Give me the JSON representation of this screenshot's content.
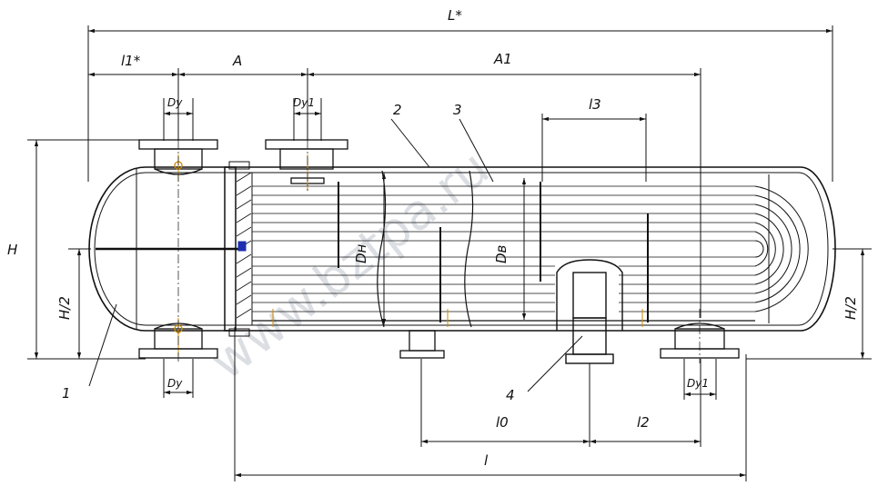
{
  "watermark": "www.bztpa.ru",
  "dimensions": {
    "L": "L*",
    "l1": "l1*",
    "A": "A",
    "A1": "A1",
    "Dy_top": "Dy",
    "Dy1_top": "Dy1",
    "l3": "l3",
    "H": "H",
    "H2_left": "H/2",
    "H2_right": "H/2",
    "Dy_bottom": "Dy",
    "Dy1_bottom": "Dy1",
    "l0": "l0",
    "l2": "l2",
    "l": "l",
    "Dn": "Dн",
    "Dv": "Dв"
  },
  "callouts": [
    "1",
    "2",
    "3",
    "4"
  ]
}
